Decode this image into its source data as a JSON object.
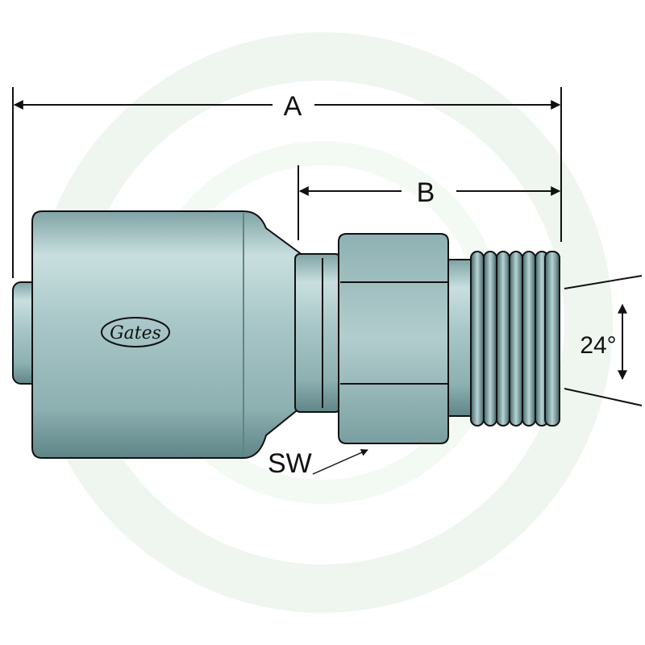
{
  "labels": {
    "dim_a": "A",
    "dim_b": "B",
    "wrench_size": "SW",
    "angle": "24°"
  },
  "logo": {
    "text": "Gates"
  },
  "colors": {
    "metal_light": "#c5dcdc",
    "metal_mid": "#93b5b6",
    "metal_dark": "#4f7577",
    "outline": "#111111",
    "watermark": "#eaf4ec"
  }
}
